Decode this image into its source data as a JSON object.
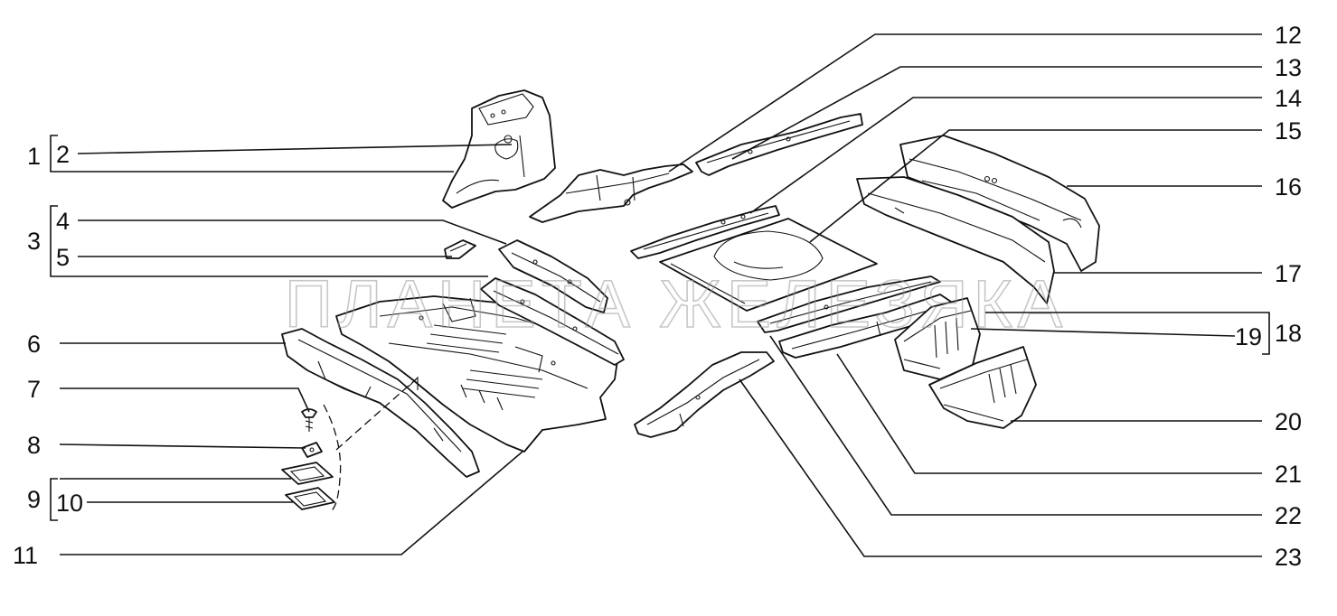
{
  "watermark": "ПЛАНЕТА ЖЕЛЕЗЯКА",
  "callouts": {
    "n1": "1",
    "n2": "2",
    "n3": "3",
    "n4": "4",
    "n5": "5",
    "n6": "6",
    "n7": "7",
    "n8": "8",
    "n9": "9",
    "n10": "10",
    "n11": "11",
    "n12": "12",
    "n13": "13",
    "n14": "14",
    "n15": "15",
    "n16": "16",
    "n17": "17",
    "n18": "18",
    "n19": "19",
    "n20": "20",
    "n21": "21",
    "n22": "22",
    "n23": "23"
  }
}
